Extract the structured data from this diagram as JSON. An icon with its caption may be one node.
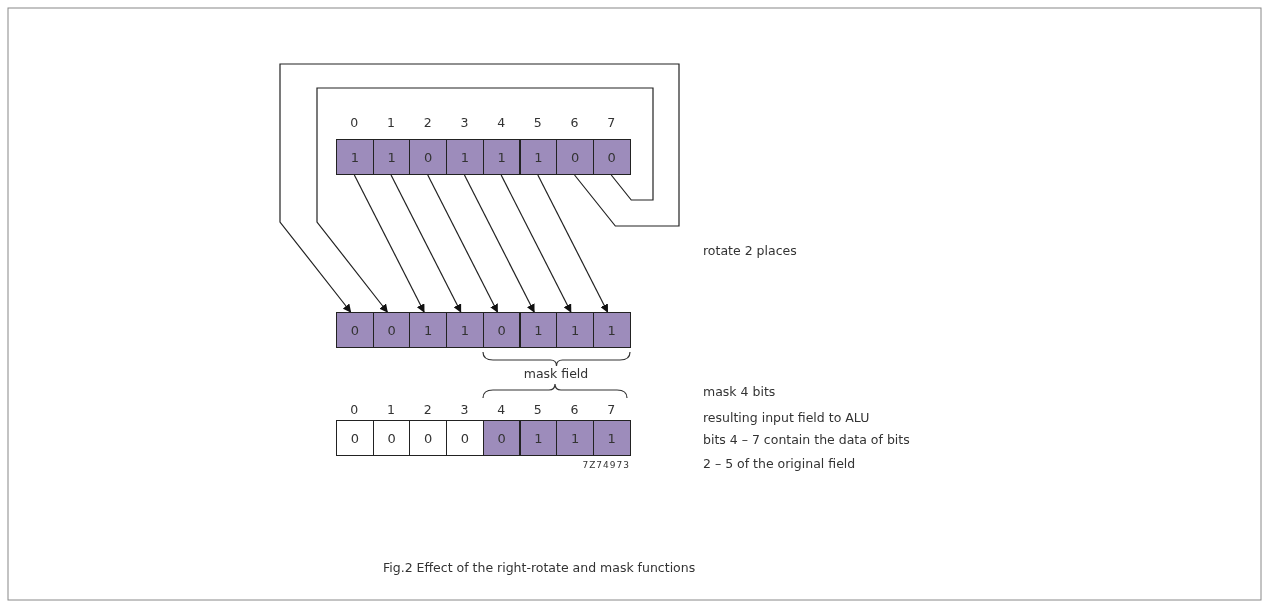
{
  "diagram": {
    "caption": "Fig.2  Effect of the right-rotate and mask functions",
    "nodes": [
      {
        "text": [
          "1"
        ]
      },
      {
        "text": [
          "1"
        ]
      },
      {
        "text": [
          "0"
        ]
      },
      {
        "text": [
          "1"
        ]
      },
      {
        "text": [
          "1"
        ]
      },
      {
        "text": [
          "1"
        ]
      },
      {
        "text": [
          "0"
        ]
      },
      {
        "text": [
          "0"
        ]
      },
      {
        "text": [
          "0"
        ]
      },
      {
        "text": [
          "0"
        ]
      },
      {
        "text": [
          "1"
        ]
      },
      {
        "text": [
          "1"
        ]
      },
      {
        "text": [
          "0"
        ]
      },
      {
        "text": [
          "1"
        ]
      },
      {
        "text": [
          "1"
        ]
      },
      {
        "text": [
          "1"
        ]
      },
      {
        "text": [
          "0"
        ]
      },
      {
        "text": [
          "0"
        ]
      },
      {
        "text": [
          "0"
        ]
      },
      {
        "text": [
          "0"
        ]
      },
      {
        "text": [
          "0"
        ]
      },
      {
        "text": [
          "1"
        ]
      },
      {
        "text": [
          "1"
        ]
      },
      {
        "text": [
          "1"
        ]
      }
    ],
    "edges": [
      {
        "from": 0,
        "to": 10,
        "arrow": "to"
      },
      {
        "from": 1,
        "to": 11,
        "arrow": "to"
      },
      {
        "from": 2,
        "to": 12,
        "arrow": "to"
      },
      {
        "from": 3,
        "to": 13,
        "arrow": "to"
      },
      {
        "from": 4,
        "to": 14,
        "arrow": "to"
      },
      {
        "from": 5,
        "to": 15,
        "arrow": "to"
      },
      {
        "from": 6,
        "to": 8,
        "arrow": "to"
      },
      {
        "from": 7,
        "to": 9,
        "arrow": "to"
      }
    ],
    "labels": [
      "0",
      "1",
      "2",
      "3",
      "4",
      "5",
      "6",
      "7",
      "rotate 2 places",
      "mask field",
      "mask 4 bits",
      "0",
      "1",
      "2",
      "3",
      "4",
      "5",
      "6",
      "7",
      "resulting input field to ALU",
      "bits 4 – 7 contain the data of bits 2 – 5 of the original field",
      "7Z74973"
    ]
  }
}
